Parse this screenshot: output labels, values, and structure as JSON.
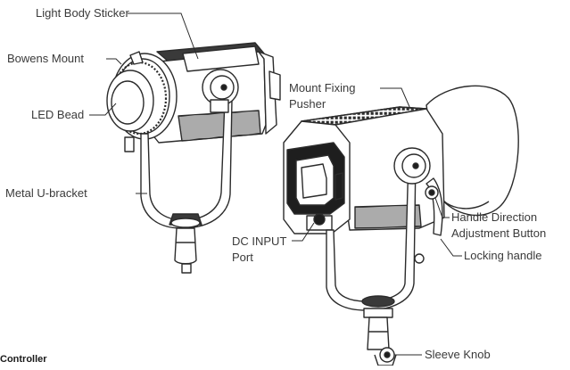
{
  "labels": {
    "light_body_sticker": "Light Body Sticker",
    "bowens_mount": "Bowens Mount",
    "led_bead": "LED Bead",
    "metal_u_bracket": "Metal U-bracket",
    "mount_fixing_pusher_line1": "Mount Fixing",
    "mount_fixing_pusher_line2": "Pusher",
    "handle_direction_line1": "Handle Direction",
    "handle_direction_line2": "Adjustment Button",
    "locking_handle": "Locking handle",
    "dc_input_line1": "DC INPUT",
    "dc_input_line2": "Port",
    "sleeve_knob": "Sleeve Knob"
  },
  "section": {
    "title": "Controller"
  },
  "colors": {
    "line": "#2b2b2b",
    "text": "#3a3a3a",
    "body_fill": "#ffffff",
    "grill": "#2e2e2e",
    "dark": "#1e1e1e"
  }
}
